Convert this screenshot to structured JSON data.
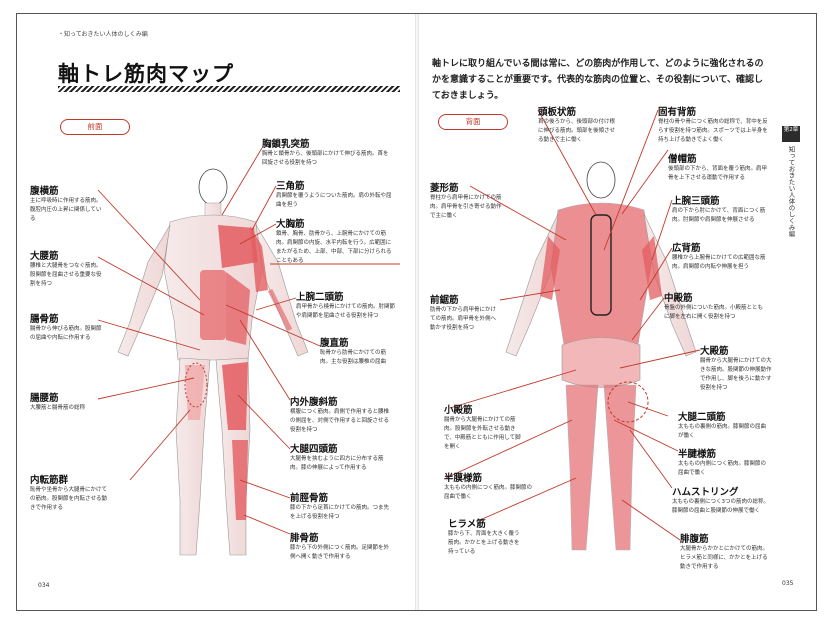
{
  "breadcrumb": "・知っておきたい人体のしくみ編",
  "page_title": "軸トレ筋肉マップ",
  "front_tag": "前面",
  "back_tag": "背面",
  "intro": "軸トレに取り組んでいる間は常に、どの筋肉が作用して、どのように強化されるのかを意識することが重要です。代表的な筋肉の位置と、その役割について、確認しておきましょう。",
  "chapter": {
    "badge": "第2章",
    "text": "知っておきたい人体のしくみ編"
  },
  "page_left": "034",
  "page_right": "035",
  "colors": {
    "accent": "#c0392b",
    "muscle": "#e35c60",
    "skin": "#f3e6e6"
  },
  "front_labels": [
    {
      "name": "胸鎖乳突筋",
      "desc": "胸骨と鎖骨から、後頭部にかけて伸びる筋肉。首を回旋させる役割を持つ"
    },
    {
      "name": "三角筋",
      "desc": "肩関節を覆うようについた筋肉。肩の外転や屈曲を担う"
    },
    {
      "name": "大胸筋",
      "desc": "鎖骨、胸骨、肋骨から、上腕骨にかけての筋肉。肩関節の内旋、水平内転を行う。広範囲にまたがるため、上部、中部、下部に分けられることもある"
    },
    {
      "name": "上腕二頭筋",
      "desc": "肩甲骨から橈骨にかけての筋肉。肘関節や肩関節を屈曲させる役割を持つ"
    },
    {
      "name": "腹直筋",
      "desc": "恥骨から肋骨にかけての筋肉。主な役割は腰椎の屈曲"
    },
    {
      "name": "内外腹斜筋",
      "desc": "横腹につく筋肉。肩側で作用すると腰椎の側屈を、対側で作用すると回旋させる役割を持つ"
    },
    {
      "name": "大腿四頭筋",
      "desc": "大腿骨を挟むように四方に分布する筋肉。膝の伸展によって作用する"
    },
    {
      "name": "前脛骨筋",
      "desc": "膝の下から足首にかけての筋肉。つま先を上げる役割を持つ"
    },
    {
      "name": "腓骨筋",
      "desc": "膝から下の外側につく筋肉。足関節を外側へ開く動きで作用する"
    },
    {
      "name": "腹横筋",
      "desc": "主に呼吸時に作用する筋肉。腹腔内圧の上昇に関係している"
    },
    {
      "name": "大腰筋",
      "desc": "腰椎と大腿骨をつなぐ筋肉。股関節を屈曲させる重要な役割を持つ"
    },
    {
      "name": "腸骨筋",
      "desc": "腸骨から伸びる筋肉。股関節の屈曲や内転に作用する"
    },
    {
      "name": "腸腰筋",
      "desc": "大腰筋と腸骨筋の総称"
    },
    {
      "name": "内転筋群",
      "desc": "恥骨や坐骨から大腿骨にかけての筋肉。股関節を内転させる動きで作用する"
    }
  ],
  "back_labels": [
    {
      "name": "頭板状筋",
      "desc": "首の後ろから、後頭部の付け根に伸びる筋肉。頭部を後傾させる動きで主に働く"
    },
    {
      "name": "固有背筋",
      "desc": "脊柱の骨や骨につく筋肉の総称で、背中を反らす役割を持つ筋肉。スポーツでは上半身を持ち上げる動きでよく働く"
    },
    {
      "name": "僧帽筋",
      "desc": "後頭部の下から、背面を覆う筋肉。肩甲骨を上下させる運動で作用する"
    },
    {
      "name": "菱形筋",
      "desc": "脊柱から肩甲骨にかけての筋肉。肩甲骨を引き寄せる動作で主に働く"
    },
    {
      "name": "上腕三頭筋",
      "desc": "肩の下から肘にかけて、背面につく筋肉。肘関節や肩関節を伸展させる"
    },
    {
      "name": "広背筋",
      "desc": "腰椎から上腕骨にかけての広範囲な筋肉。肩関節の内転や伸展を担う"
    },
    {
      "name": "前鋸筋",
      "desc": "肋骨の下から肩甲骨にかけての筋肉。肩甲骨を外側へ動かす役割を持つ"
    },
    {
      "name": "中殿筋",
      "desc": "骨盤の外側についた筋肉。小殿筋とともに脚を左右に開く役割を持つ"
    },
    {
      "name": "大殿筋",
      "desc": "腸骨から大腿骨にかけての大きな筋肉。股関節の伸展動作で作用し、脚を後ろに動かす役割を持つ"
    },
    {
      "name": "小殿筋",
      "desc": "腸骨から大腿骨にかけての筋肉。股関節を外転させる動きで、中殿筋とともに作用して脚を開く"
    },
    {
      "name": "大腿二頭筋",
      "desc": "太ももの裏側の筋肉。膝関節の屈曲が働く"
    },
    {
      "name": "半腱様筋",
      "desc": "太ももの内側につく筋肉。膝関節の屈曲で働く"
    },
    {
      "name": "半膜様筋",
      "desc": "太ももの内側につく筋肉。膝関節の屈曲で働く"
    },
    {
      "name": "ハムストリング",
      "desc": "太ももの裏側につく3つの筋肉の総称。膝関節の屈曲と股関節の伸展で働く"
    },
    {
      "name": "ヒラメ筋",
      "desc": "膝から下、背面を大きく覆う筋肉。かかとを上げる動きを持っている"
    },
    {
      "name": "腓腹筋",
      "desc": "大腿骨からかかとにかけての筋肉。ヒラメ筋と同様に、かかとを上げる動きで作用する"
    }
  ]
}
